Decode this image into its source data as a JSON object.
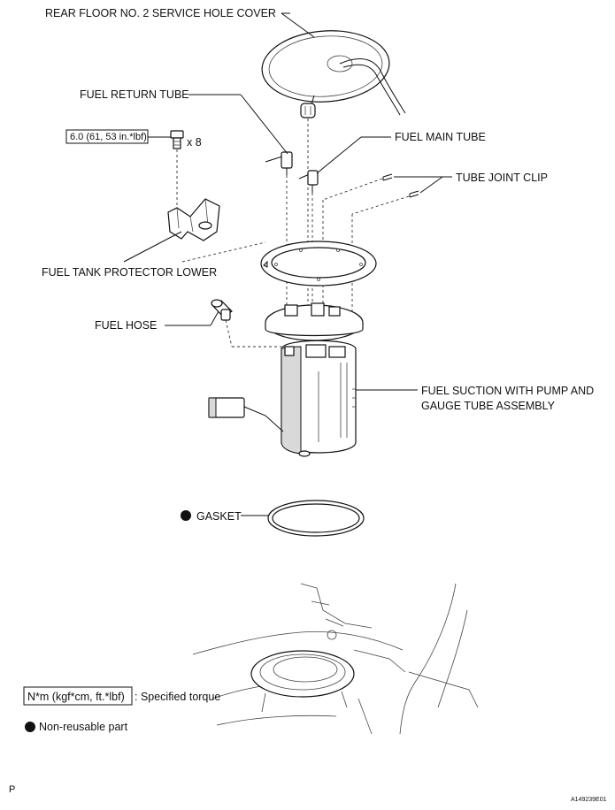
{
  "labels": {
    "service_hole_cover": "REAR FLOOR NO. 2 SERVICE HOLE COVER",
    "fuel_return_tube": "FUEL RETURN TUBE",
    "fuel_main_tube": "FUEL MAIN TUBE",
    "tube_joint_clip": "TUBE JOINT CLIP",
    "fuel_tank_protector_lower": "FUEL TANK PROTECTOR LOWER",
    "fuel_hose": "FUEL HOSE",
    "fuel_suction_line1": "FUEL SUCTION WITH PUMP AND",
    "fuel_suction_line2": "GAUGE TUBE ASSEMBLY",
    "gasket": "GASKET"
  },
  "torque": {
    "value": "6.0 (61, 53 in.*lbf)",
    "quantity": "x 8"
  },
  "legend": {
    "torque_box": "N*m (kgf*cm, ft.*lbf)",
    "torque_desc": ": Specified torque",
    "nonreusable_desc": "Non-reusable part"
  },
  "footer": {
    "page_mark": "P",
    "figure_id": "A149239E01"
  }
}
